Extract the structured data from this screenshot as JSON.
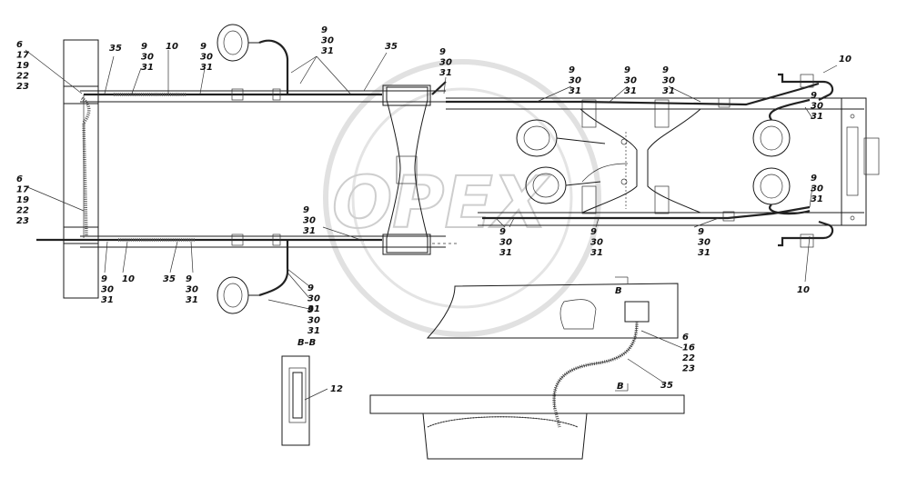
{
  "watermark": "OPEX",
  "callouts": [
    {
      "id": "left-top-group",
      "lines": [
        "6",
        "17",
        "19",
        "22",
        "23"
      ]
    },
    {
      "id": "left-mid-group",
      "lines": [
        "6",
        "17",
        "19",
        "22",
        "23"
      ]
    },
    {
      "id": "top-35-a",
      "lines": [
        "35"
      ]
    },
    {
      "id": "top-9-a",
      "lines": [
        "9",
        "30",
        "31"
      ]
    },
    {
      "id": "top-10-a",
      "lines": [
        "10"
      ]
    },
    {
      "id": "top-9-b",
      "lines": [
        "9",
        "30",
        "31"
      ]
    },
    {
      "id": "top-9-c",
      "lines": [
        "9",
        "30",
        "31"
      ]
    },
    {
      "id": "top-35-b",
      "lines": [
        "35"
      ]
    },
    {
      "id": "top-9-d",
      "lines": [
        "9",
        "30",
        "31"
      ]
    },
    {
      "id": "top-9-e",
      "lines": [
        "9",
        "30",
        "31"
      ]
    },
    {
      "id": "top-9-f",
      "lines": [
        "9",
        "30",
        "31"
      ]
    },
    {
      "id": "top-9-g",
      "lines": [
        "9",
        "30",
        "31"
      ]
    },
    {
      "id": "right-10-top",
      "lines": [
        "10"
      ]
    },
    {
      "id": "right-9-a",
      "lines": [
        "9",
        "30",
        "31"
      ]
    },
    {
      "id": "right-9-b",
      "lines": [
        "9",
        "30",
        "31"
      ]
    },
    {
      "id": "right-10-bottom",
      "lines": [
        "10"
      ]
    },
    {
      "id": "mid-9-h",
      "lines": [
        "9",
        "30",
        "31"
      ]
    },
    {
      "id": "mid-9-i",
      "lines": [
        "9",
        "30",
        "31"
      ]
    },
    {
      "id": "mid-9-j",
      "lines": [
        "9",
        "30",
        "31"
      ]
    },
    {
      "id": "mid-9-k",
      "lines": [
        "9",
        "30",
        "31"
      ]
    },
    {
      "id": "bot-9-a",
      "lines": [
        "9",
        "30",
        "31"
      ]
    },
    {
      "id": "bot-10",
      "lines": [
        "10"
      ]
    },
    {
      "id": "bot-35",
      "lines": [
        "35"
      ]
    },
    {
      "id": "bot-9-b",
      "lines": [
        "9",
        "30",
        "31"
      ]
    },
    {
      "id": "bot-9-c",
      "lines": [
        "9",
        "30",
        "31"
      ]
    },
    {
      "id": "bot-9-d",
      "lines": [
        "9",
        "30",
        "31"
      ]
    },
    {
      "id": "detail-b-group",
      "lines": [
        "6",
        "16",
        "22",
        "23"
      ]
    },
    {
      "id": "detail-b-35",
      "lines": [
        "35"
      ]
    },
    {
      "id": "section-12",
      "lines": [
        "12"
      ]
    }
  ],
  "section_title": "В–В",
  "view_marker_top": "В",
  "view_marker_bottom": "В"
}
